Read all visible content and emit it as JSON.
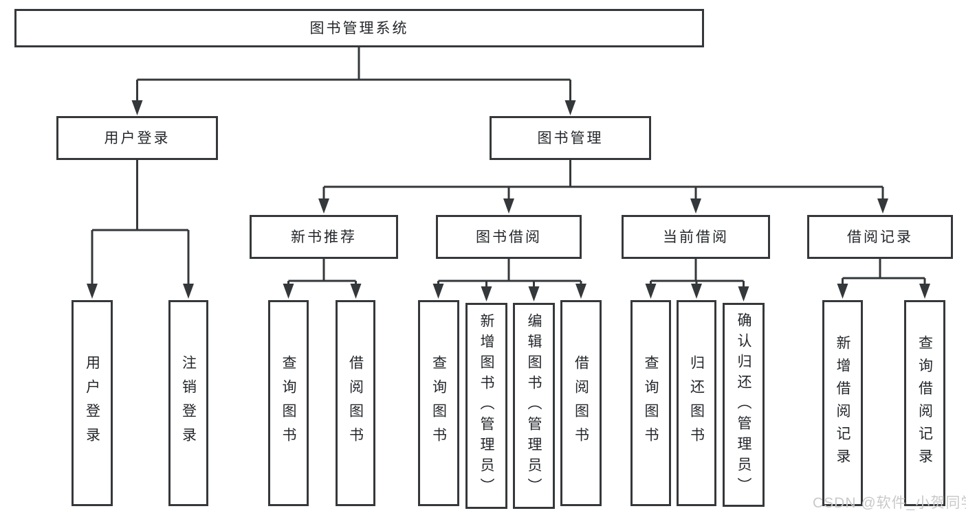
{
  "diagram": {
    "root": {
      "label": "图书管理系统"
    },
    "branches": [
      {
        "label": "用户登录",
        "leaves": [
          "用户登录",
          "注销登录"
        ]
      },
      {
        "label": "图书管理",
        "sections": [
          {
            "label": "新书推荐",
            "leaves": [
              "查询图书",
              "借阅图书"
            ]
          },
          {
            "label": "图书借阅",
            "leaves": [
              "查询图书",
              "新增图书（管理员）",
              "编辑图书（管理员）",
              "借阅图书"
            ]
          },
          {
            "label": "当前借阅",
            "leaves": [
              "查询图书",
              "归还图书",
              "确认归还（管理员）"
            ]
          },
          {
            "label": "借阅记录",
            "leaves": [
              "新增借阅记录",
              "查询借阅记录"
            ]
          }
        ]
      }
    ]
  },
  "watermark": {
    "text": "CSDN @软件_小贺同学"
  },
  "colors": {
    "background": "#ffffff",
    "line": "#35383b",
    "text": "#24272b",
    "watermark": "#c9c9c9"
  }
}
